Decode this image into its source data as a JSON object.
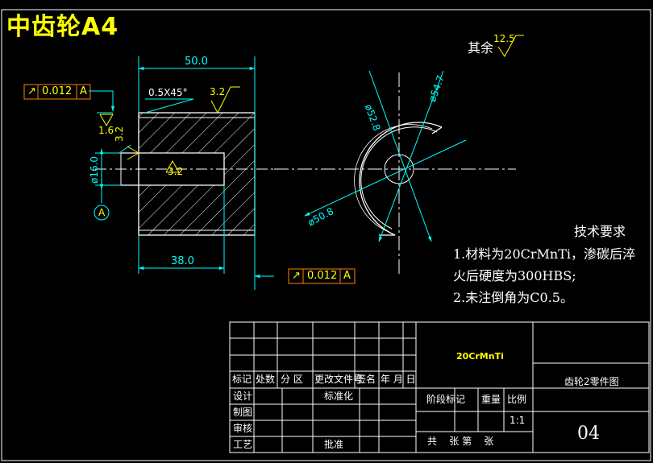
{
  "title": "中齿轮A4",
  "rough_rest": {
    "label": "其余",
    "value": "12.5"
  },
  "dims": {
    "length_total": "50.0",
    "length_bore": "38.0",
    "chamfer": "0.5X45°",
    "bore_dia": "ø16.0",
    "dia_52": "ø52.8",
    "dia_54": "ø54.7",
    "dia_50": "ø50.8"
  },
  "roughness": {
    "top": "3.2",
    "left1": "1.6",
    "left2": "3.2",
    "bore": "3.2"
  },
  "tolerance_top": {
    "symbol": "↗",
    "value": "0.012",
    "datum": "A"
  },
  "tolerance_bottom": {
    "symbol": "↗",
    "value": "0.012",
    "datum": "A"
  },
  "datum_label": "A",
  "tech_req": {
    "heading": "技术要求",
    "line1": "1.材料为20CrMnTi，渗碳后淬",
    "line2": "火后硬度为300HBS;",
    "line3": "2.未注倒角为C0.5。"
  },
  "titleblock": {
    "material": "20CrMnTi",
    "part_name": "齿轮2零件图",
    "drawing_no": "04",
    "h_mark": "标记",
    "h_count": "处数",
    "h_zone": "分  区",
    "h_doc": "更改文件号",
    "h_sign": "签名",
    "h_date": "年 月 日",
    "r_design": "设计",
    "r_draw": "制图",
    "r_check": "审核",
    "r_process": "工艺",
    "standard": "标准化",
    "approve": "批准",
    "stage": "阶段标记",
    "weight": "重量",
    "scale_label": "比例",
    "scale": "1:1",
    "sheets": "共    张 第    张"
  },
  "colors": {
    "line": "#ffffff",
    "dim": "#00ffff",
    "text": "#ffff00",
    "frame": "#ff8000"
  }
}
